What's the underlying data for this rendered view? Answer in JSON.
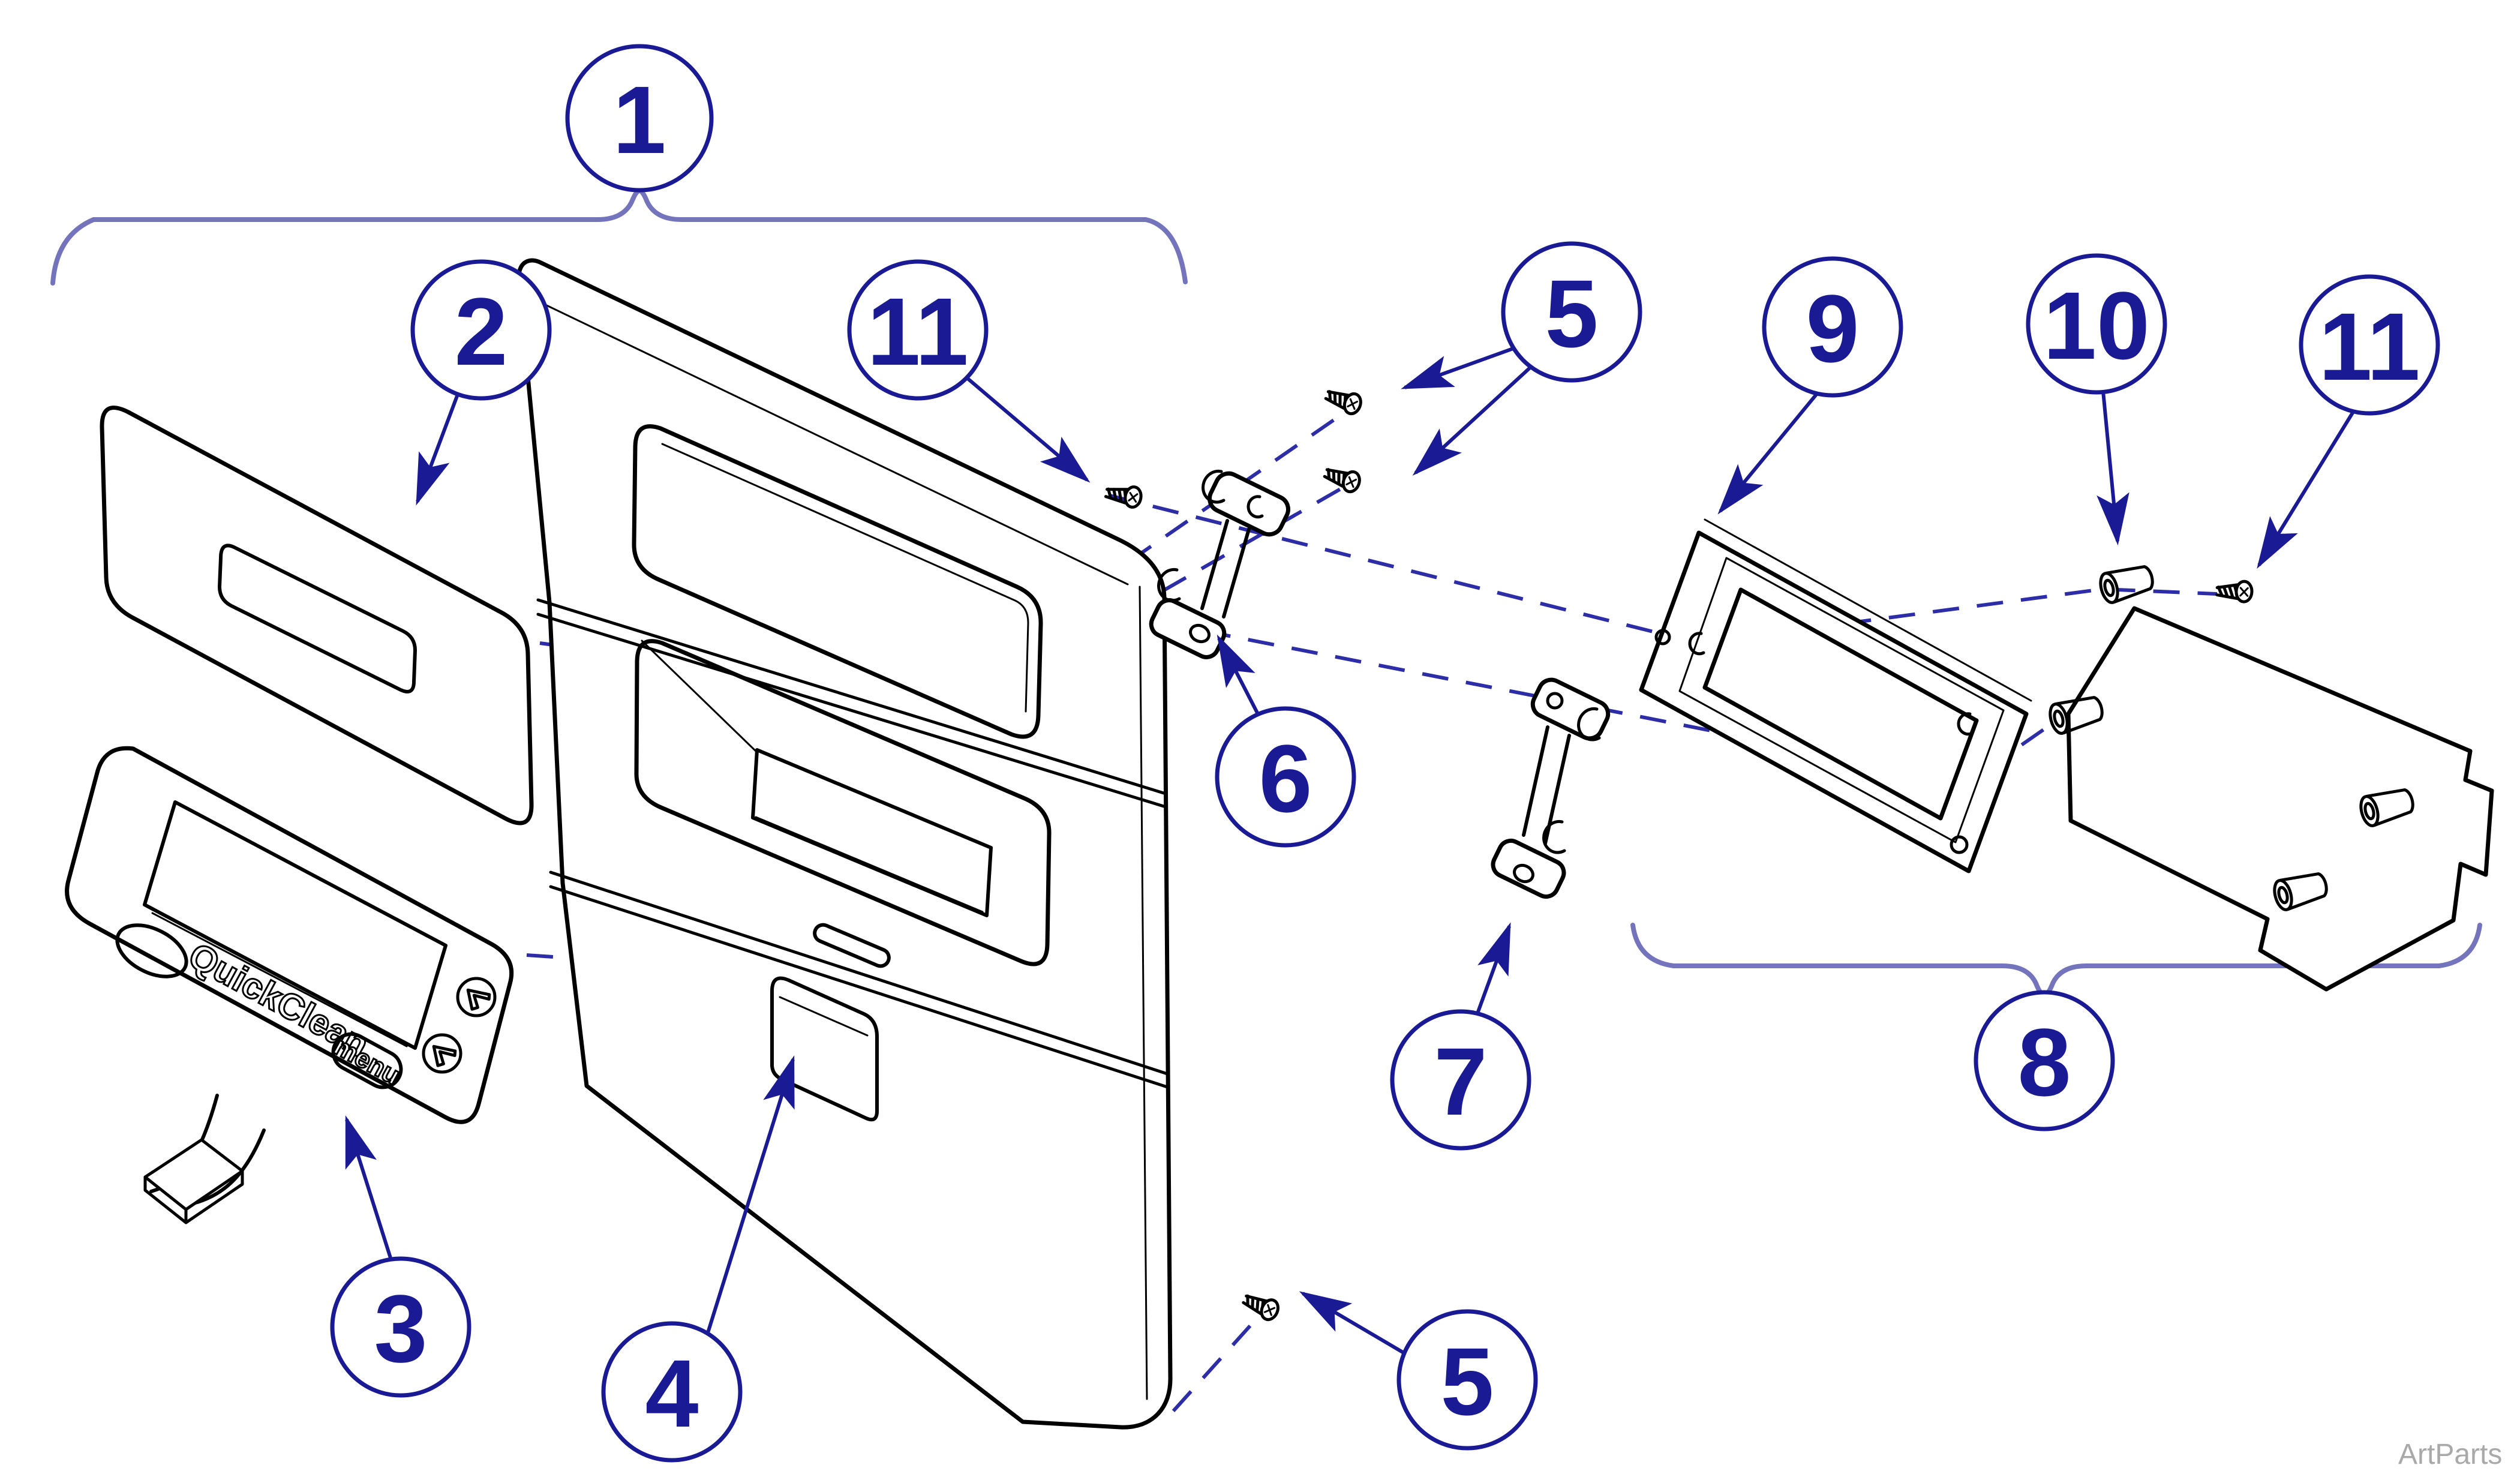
{
  "figure": {
    "type": "exploded-parts-diagram",
    "background_color": "#ffffff",
    "description": "Exploded view line drawing of a control panel assembly with numbered callouts"
  },
  "colors": {
    "callout_ink": "#1a1a94",
    "dashed_leader": "#2d2da8",
    "brace": "#7474bc",
    "line_art": "#000000",
    "watermark_gray": "#a9a9a9"
  },
  "callouts": [
    {
      "id": "callout-1",
      "label": "1"
    },
    {
      "id": "callout-2",
      "label": "2"
    },
    {
      "id": "callout-3",
      "label": "3"
    },
    {
      "id": "callout-4",
      "label": "4"
    },
    {
      "id": "callout-5-top",
      "label": "5"
    },
    {
      "id": "callout-5-bottom",
      "label": "5"
    },
    {
      "id": "callout-6",
      "label": "6"
    },
    {
      "id": "callout-7",
      "label": "7"
    },
    {
      "id": "callout-8",
      "label": "8"
    },
    {
      "id": "callout-9",
      "label": "9"
    },
    {
      "id": "callout-10",
      "label": "10"
    },
    {
      "id": "callout-11-left",
      "label": "11"
    },
    {
      "id": "callout-11-right",
      "label": "11"
    }
  ],
  "overlay": {
    "brand_text": "QuickClean",
    "menu_button_label": "menu"
  },
  "watermark": {
    "text": "ArtParts"
  }
}
